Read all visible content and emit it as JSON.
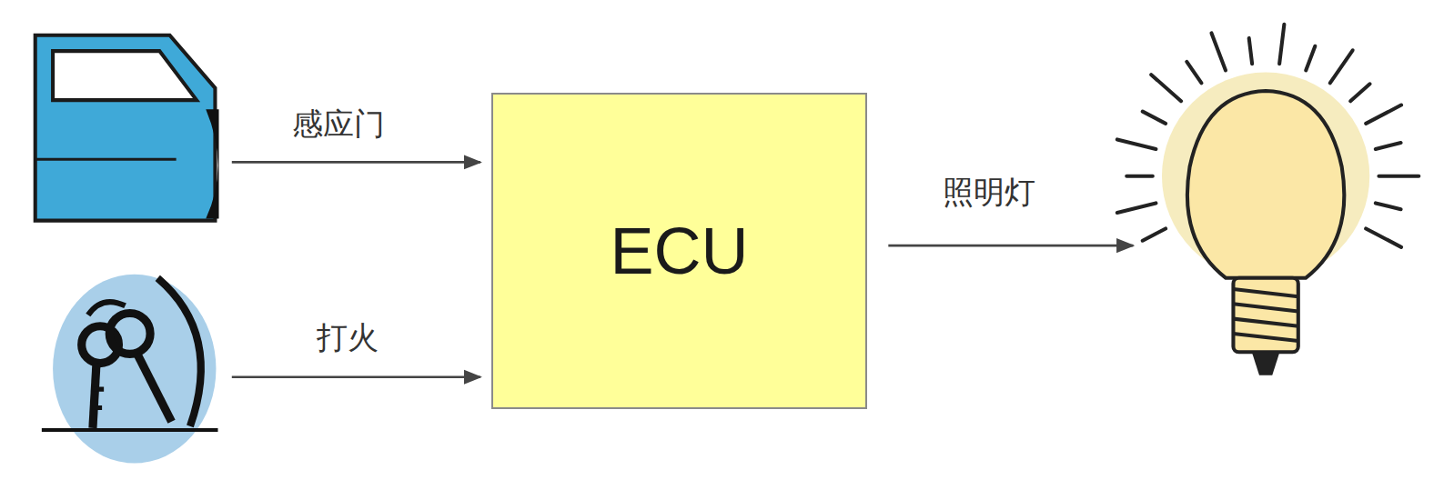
{
  "diagram": {
    "nodes": [
      {
        "text": [
          "ECU"
        ]
      }
    ],
    "labels": [
      "感应门",
      "打火",
      "照明灯"
    ]
  }
}
